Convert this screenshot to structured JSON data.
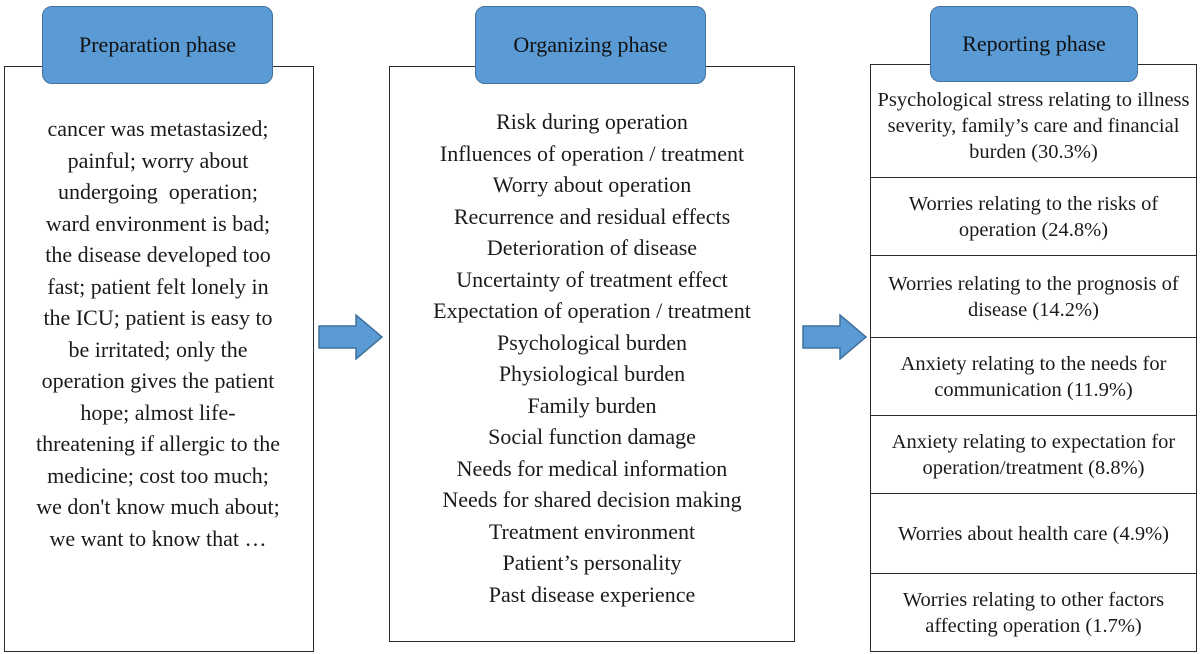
{
  "phases": {
    "preparation": {
      "label": "Preparation phase",
      "lines": [
        "cancer was metastasized;",
        "painful; worry about",
        "undergoing  operation;",
        "ward environment is bad;",
        "the disease developed too",
        "fast; patient felt lonely in",
        "the ICU; patient is easy to",
        "be irritated; only the",
        "operation gives the patient",
        "hope; almost life-",
        "threatening if allergic to the",
        "medicine; cost too much;",
        "we don't know much about;",
        "we want to know that …"
      ]
    },
    "organizing": {
      "label": "Organizing phase",
      "items": [
        "Risk during operation",
        "Influences of operation / treatment",
        "Worry about operation",
        "Recurrence and residual effects",
        "Deterioration of disease",
        "Uncertainty of treatment effect",
        "Expectation of operation / treatment",
        "Psychological burden",
        "Physiological burden",
        "Family burden",
        "Social function damage",
        "Needs for medical information",
        "Needs for shared decision making",
        "Treatment environment",
        "Patient’s personality",
        "Past disease experience"
      ]
    },
    "reporting": {
      "label": "Reporting phase",
      "items": [
        "Psychological stress relating to illness severity, family’s care and financial burden (30.3%)",
        "Worries relating to the risks of operation (24.8%)",
        "Worries relating to the prognosis of disease (14.2%)",
        "Anxiety relating to the needs for communication (11.9%)",
        "Anxiety relating to expectation for operation/treatment (8.8%)",
        "Worries about health care (4.9%)",
        "Worries relating to other factors affecting operation (1.7%)"
      ]
    }
  },
  "colors": {
    "tab_fill": "#5b9bd5",
    "tab_border": "#41719c",
    "arrow_fill": "#5b9bd5",
    "box_border": "#2b2b2b"
  }
}
